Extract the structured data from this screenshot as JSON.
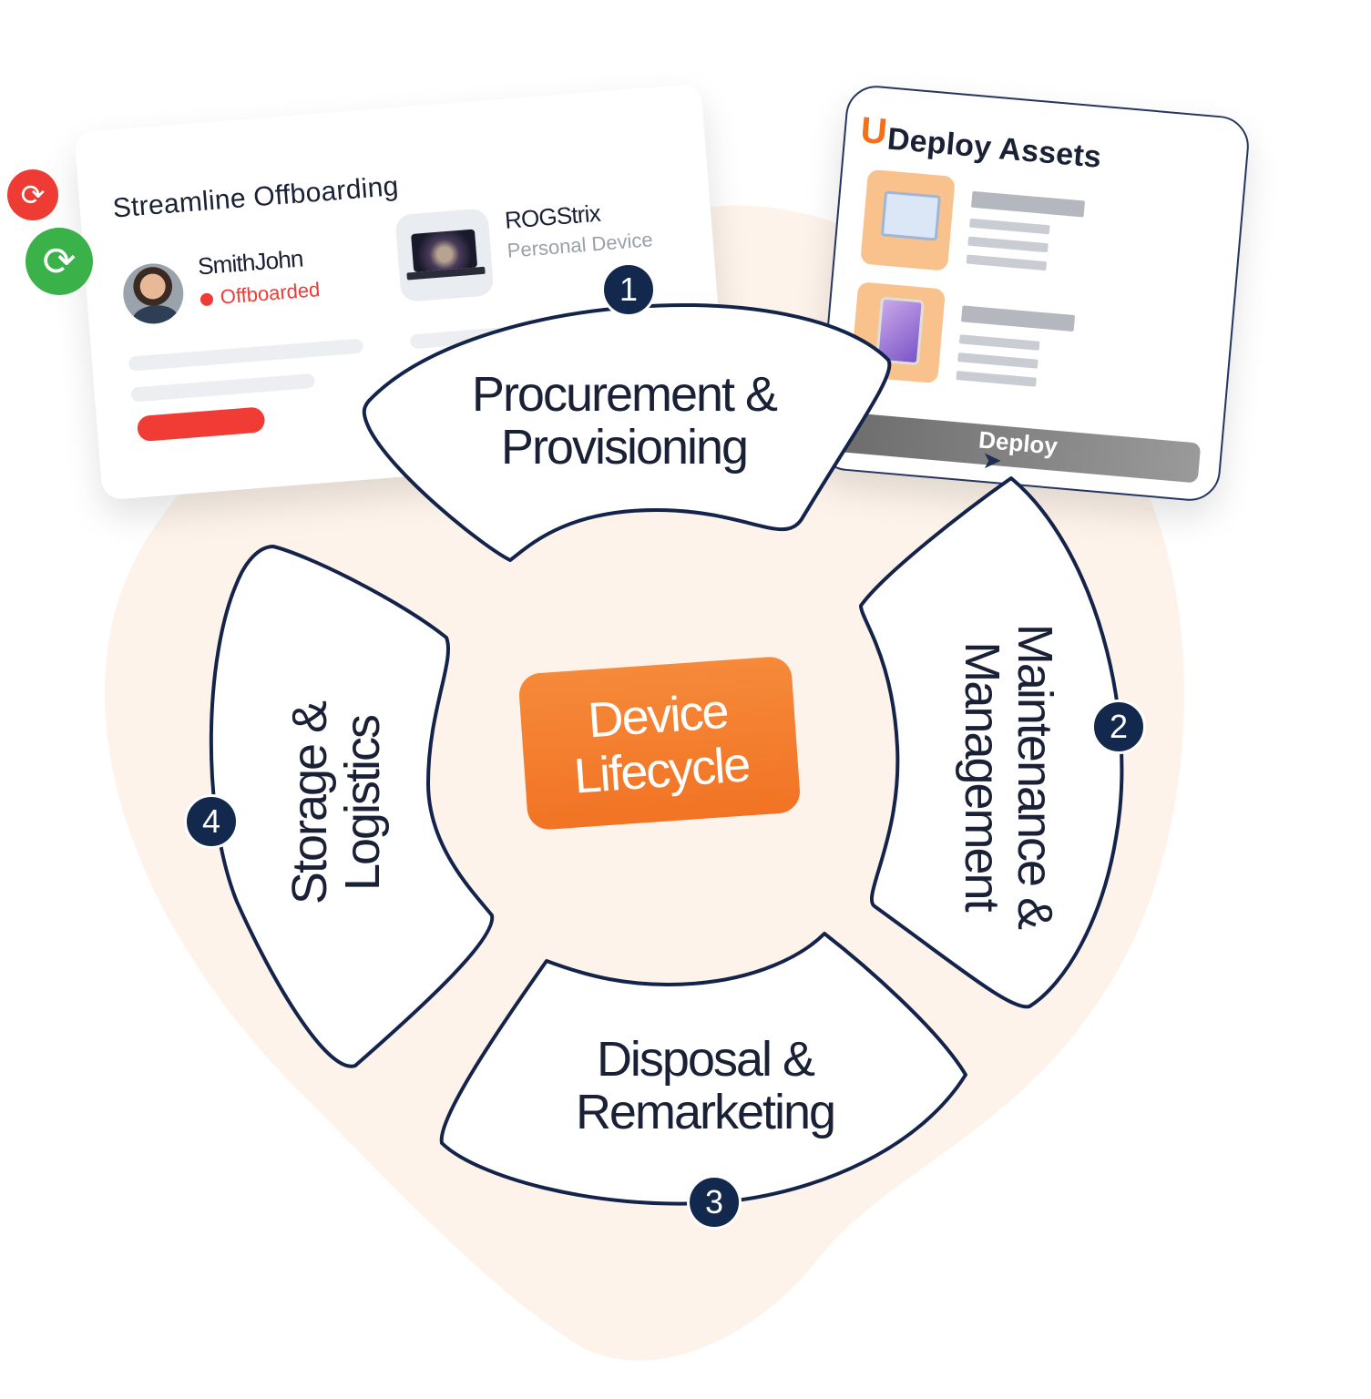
{
  "offboarding_card": {
    "title": "Streamline Offboarding",
    "person_name": "SmithJohn",
    "person_status": "Offboarded",
    "device_name": "ROGStrix",
    "device_type": "Personal Device"
  },
  "deploy_card": {
    "title": "Deploy Assets",
    "logo_glyph": "U",
    "button_label": "Deploy"
  },
  "cycle": {
    "center_line1": "Device",
    "center_line2": "Lifecycle",
    "stages": [
      {
        "number": "1",
        "line1": "Procurement &",
        "line2": "Provisioning"
      },
      {
        "number": "2",
        "line1": "Maintenance &",
        "line2": "Management"
      },
      {
        "number": "3",
        "line1": "Disposal &",
        "line2": "Remarketing"
      },
      {
        "number": "4",
        "line1": "Storage &",
        "line2": "Logistics"
      }
    ]
  },
  "colors": {
    "accent_orange": "#f27324",
    "navy": "#13284d",
    "status_red": "#ef3b36",
    "sync_green": "#3bb14a",
    "blob_bg": "#fdf3ea"
  },
  "icons": [
    "sync-red-icon",
    "sync-green-icon",
    "deploy-logo-icon",
    "cursor-icon"
  ]
}
